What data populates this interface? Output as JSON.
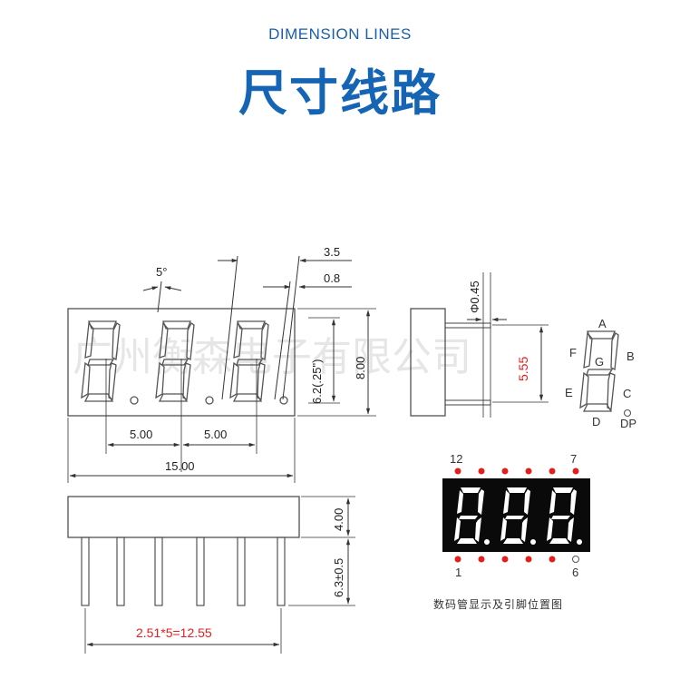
{
  "header": {
    "subtitle": "DIMENSION LINES",
    "title": "尺寸线路"
  },
  "dimensions": {
    "angle": "5°",
    "top_a": "3.5",
    "top_b": "0.8",
    "digit_height": "6.2(.25\")",
    "height": "8.00",
    "pitch_1": "5.00",
    "pitch_2": "5.00",
    "width": "15.00",
    "body_depth": "4.00",
    "pin_length": "6.3±0.5",
    "pin_pitch": "2.51*5=12.55",
    "pin_dia": "Φ0.45",
    "pin_span": "5.55"
  },
  "segments": {
    "A": "A",
    "B": "B",
    "C": "C",
    "D": "D",
    "E": "E",
    "F": "F",
    "G": "G",
    "DP": "DP"
  },
  "pinout": {
    "top_left": "12",
    "top_right": "7",
    "bottom_left": "1",
    "bottom_right": "6",
    "caption": "数码管显示及引脚位置图"
  },
  "watermark": {
    "text": "广州衡森电子有限公司"
  },
  "colors": {
    "accent": "#1565b4",
    "red_dim": "#e02020",
    "pin_dot": "#e0201e",
    "display_bg": "#0a0a0a"
  }
}
